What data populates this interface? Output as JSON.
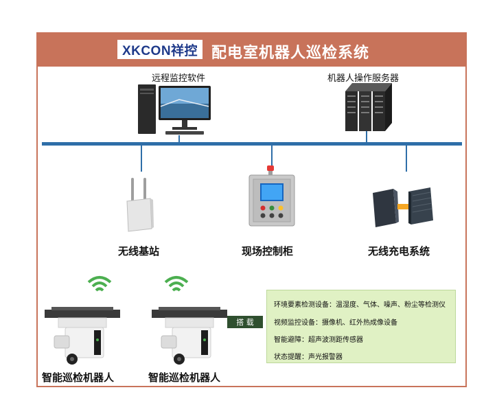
{
  "header": {
    "logo": "XKCON祥控",
    "title": "配电室机器人巡检系统"
  },
  "top": {
    "monitor_label": "远程监控软件",
    "server_label": "机器人操作服务器"
  },
  "devices": {
    "base_station_label": "无线基站",
    "control_cabinet_label": "现场控制柜",
    "charging_label": "无线充电系统"
  },
  "robots": [
    {
      "label": "智能巡检机器人"
    },
    {
      "label": "智能巡检机器人"
    }
  ],
  "tag": {
    "label": "搭 载"
  },
  "info": {
    "items": [
      "环境要素检测设备：温湿度、气体、噪声、粉尘等检测仪",
      "视频监控设备：摄像机、红外热成像设备",
      "智能避障：超声波测距传感器",
      "状态提醒：声光报警器"
    ]
  },
  "colors": {
    "header": "#c8735a",
    "bus": "#2e6ea8",
    "info_bg": "#e0f1c4",
    "wifi": "#4caf50"
  }
}
